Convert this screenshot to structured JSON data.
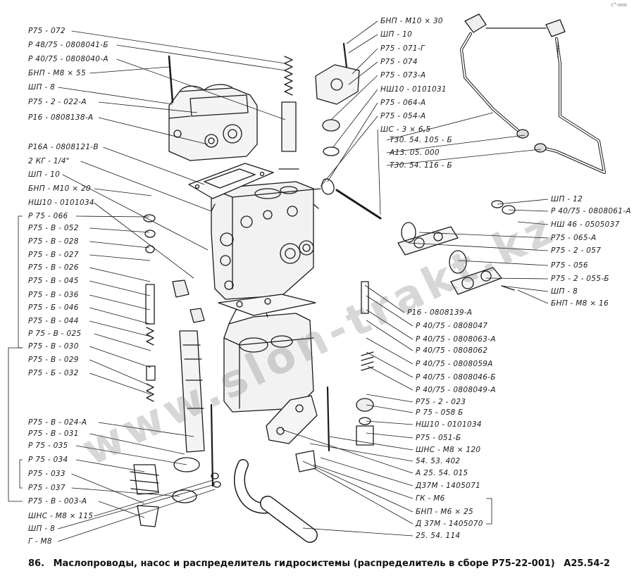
{
  "caption": {
    "number": "86.",
    "text": "Маслопроводы, насос и распределитель гидросистемы (распределитель в сборе Р75-22-001)",
    "code": "А25.54-2"
  },
  "watermark": "www.slon-trakt.kz",
  "corner_mark": "с°-ооо",
  "labels_left": [
    "Р75 - 072",
    "Р 48/75 - 0808041-Б",
    "Р 40/75 - 0808040-А",
    "БНП - М8 × 55",
    "ШП - 8",
    "Р75 - 2 - 022-А",
    "Р16 - 0808138-А",
    "Р16А - 0808121-В",
    "2 КГ - 1/4\"",
    "ШП - 10",
    "БНП - М10 × 20",
    "НШ10 - 0101034",
    "Р 75 - 066",
    "Р75 - В - 052",
    "Р75 - В - 028",
    "Р75 - В - 027",
    "Р75 - В - 026",
    "Р75 - В - 045",
    "Р75 - В - 036",
    "Р75 - Б - 046",
    "Р75 - В - 044",
    "Р 75 - В - 025",
    "Р75 - В - 030",
    "Р75 - В - 029",
    "Р75 - Б - 032",
    "Р75 - В - 024-А",
    "Р75 - В - 031",
    "Р 75 - 035",
    "Р 75 - 034",
    "Р75 - 033",
    "Р75 - 037",
    "Р75 - В - 003-А",
    "ШНС - М8 × 115",
    "ШП - 8",
    "Г - М8"
  ],
  "labels_right": [
    "БНП - М10 × 30",
    "ШП - 10",
    "Р75 - 071-Г",
    "Р75 - 074",
    "Р75 - 073-А",
    "НШ10 - 0101031",
    "Р75 - 064-А",
    "Р75 - 054-А",
    "ШС - 3 × 6,5",
    "Т30. 54. 105 - Б",
    "А13. 05. 000",
    "Т30. 54. 116 - Б",
    "ШП - 12",
    "Р 40/75 - 0808061-А",
    "НШ 46 - 0505037",
    "Р75 - 065-А",
    "Р75 - 2 - 057",
    "Р75 - 056",
    "Р75 - 2 - 055-Б",
    "ШП - 8",
    "БНП - М8 × 16",
    "Р16 - 0808139-А",
    "Р 40/75 - 0808047",
    "Р 40/75 - 0808063-А",
    "Р 40/75 - 0808062",
    "Р 40/75 - 0808059А",
    "Р 40/75 - 0808046-Б",
    "Р 40/75 - 0808049-А",
    "Р75 - 2 - 023",
    "Р 75 - 058 Б",
    "НШ10 - 0101034",
    "Р75 - 051-Б",
    "ШНС - М8 × 120",
    "54. 53. 402",
    "А 25. 54. 015",
    "Д37М - 1405071",
    "ГК - М6",
    "БНП - М6 × 25",
    "Д 37М - 1405070",
    "25. 54. 114"
  ]
}
